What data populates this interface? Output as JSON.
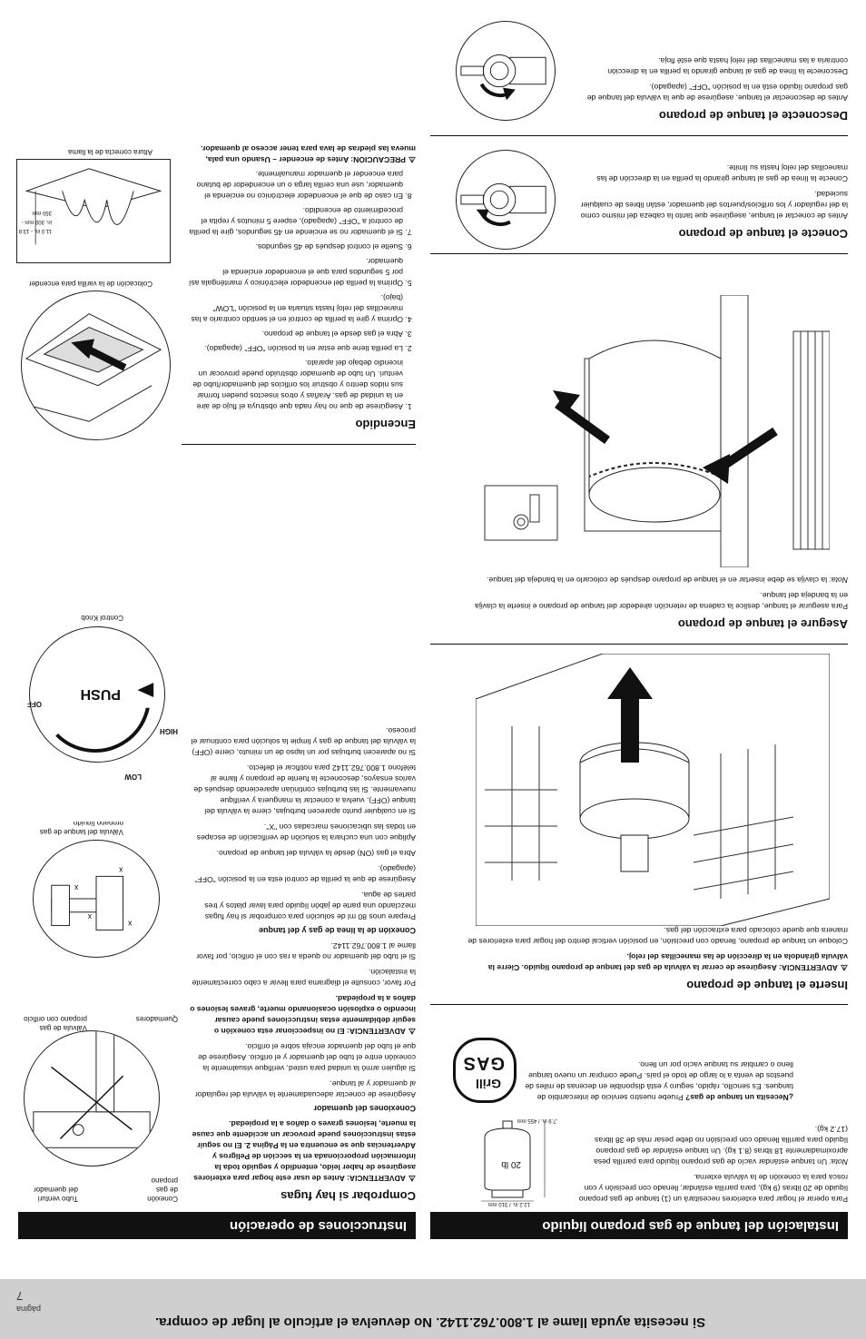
{
  "footer": {
    "help": "Si necesita ayuda llame al 1.800.762.1142. No devuelva el artículo al lugar de compra.",
    "page_label": "página",
    "page_number": "7"
  },
  "left": {
    "banner": "Instalación del tanque de gas propano líquido",
    "intro": {
      "p1": "Para operar el hogar para exteriores necesitará un (1) tanque de gas propano líquido de 20 libras (9 kg), para parrilla estándar, llenado con precisión y con rosca para la conexión de la válvula externa.",
      "p2_label": "Nota:",
      "p2": " Un tanque estándar vacío de gas propano líquido para parrilla pesa aproximadamente 18 libras (8.1 kg). Un tanque estándar de gas propano líquido para parrilla llenado con precisión no debe pesar más de 38 libras (17.2 kg).",
      "p3_label": "¿Necesita un tanque de gas?",
      "p3": " Pruebe nuestro servicio de intercambio de tanques. Es sencillo, rápido, seguro y está disponible en decenas de miles de puestos de venta a lo largo de todo el país. Puede comprar un nuevo tanque lleno o cambiar su tanque vacío por un lleno.",
      "tank_label": "20 lb",
      "tank_height": "17.9 in. / 455 mm",
      "tank_width": "12.2 in. / 310 mm",
      "logo_line1": "Grill",
      "logo_line2": "GAS"
    },
    "insert": {
      "title": "Inserte el tanque de propano",
      "warning": "ADVERTENCIA: Asegúrese de cerrar la válvula de gas del tanque de propano líquido. Cierre la válvula girándola en la dirección de las manecillas del reloj.",
      "body": "Coloque un tanque de propano, llenado con precisión, en posición vertical dentro del hogar para exteriores de manera que quede colocado para extracción del gas."
    },
    "secure": {
      "title": "Asegure el tanque de propano",
      "body": "Para asegurar el tanque, deslice la cadena de retención alrededor del tanque de propano e inserte la clavija en la bandeja del tanque.",
      "note_label": "Nota:",
      "note": " la clavija se debe insertar en el tanque de propano después de colocarlo en la bandeja del tanque."
    },
    "connect": {
      "title": "Conecte el tanque de propano",
      "p1": "Antes de conectar el tanque, asegúrese que tanto la cabeza del mismo como la del regulador y los orificios/puertos del quemador, están libres de cualquier suciedad.",
      "p2": "Conecte la línea de gas al tanque girando la perilla en la dirección de las manecillas del reloj hasta su límite."
    },
    "disconnect": {
      "title": "Desconecte el tanque de propano",
      "p1": "Antes de desconectar el tanque, asegúrese de que la válvula del tanque de gas propano líquido está en la posición \"OFF\" (apagado).",
      "p2": "Desconecte la línea de gas al tanque girando la perilla en la dirección contraria a las manecillas del reloj hasta que esté floja."
    }
  },
  "right": {
    "banner": "Instrucciones de operación",
    "leak": {
      "title": "Comprobar si hay fugas",
      "warning": "ADVERTENCIA: Antes de usar este hogar para exteriores asegúrese de haber leído, entendido y seguido toda la información proporcionada en la sección de Peligros y Advertencias que se encuentra en la Página 2. El no seguir estas instrucciones puede provocar un accidente que cause la muerte, lesiones graves o daños a la propiedad.",
      "burner_heading": "Conexiones del quemador",
      "burner_p1": "Asegúrese de conectar adecuadamente la válvula del regulador al quemador y al tanque.",
      "burner_p2": "Si alguien armó la unidad para usted, verifique visualmente la conexión entre el tubo del quemador y el orificio. Asegúrese de que el tubo del quemador encaja sobre el orificio.",
      "warning2": "ADVERTENCIA: El no inspeccionar esta conexión o seguir debidamente estas instrucciones puede causar incendio o explosión ocasionando muerte, graves lesiones o daños a la propiedad.",
      "diagram_p": "Por favor, consulte el diagrama para llevar a cabo correctamente la instalación.",
      "call_p": "Si el tubo del quemador no queda a ras con el orificio, por favor llame al 1.800.762.1142.",
      "gasline_heading": "Conexión de la línea de gas y del tanque",
      "gasline_p1": "Prepare unos 80 ml de solución para comprobar si hay fugas mezclando una parte de jabón líquido para lavar platos y tres partes de agua.",
      "gasline_p2": "Asegúrese de que la perilla de control esta en la posición \"OFF\" (apagado).",
      "gasline_p3": "Abra el gas (ON) desde la válvula del tanque de propano.",
      "gasline_p4": "Aplique con una cuchara la solución de verificación de escapes en todas las ubicaciones marcadas con \"X\".",
      "gasline_p5": "Si en cualquier punto aparecen burbujas, cierre la válvula del tanque (OFF), vuelva a conectar la manguera y verifique nuevamente. Si las burbujas continúan apareciendo después de varios ensayos, desconecte la fuente de propano y llame al teléfono 1.800.762.1142 para notificar el defecto.",
      "gasline_p6": "Si no aparecen burbujas por un lapso de un minuto, cierre (OFF) la válvula del tanque de gas y limpie la solución para continuar el proceso.",
      "fig1_caption_burners": "Quemadores",
      "fig1_caption_valve": "Válvula de gas propano con orificio",
      "fig1_caption_venturi": "Tubo venturi del quemador",
      "fig1_caption_connection": "Conexión de gas propano",
      "fig2_caption": "Válvula del tanque de gas propano líquido",
      "knob_caption": "Control Knob",
      "knob_push": "PUSH",
      "knob_high": "HIGH",
      "knob_low": "LOW",
      "knob_off": "OFF"
    },
    "ignition": {
      "title": "Encendido",
      "steps": [
        "Asegúrese de que no hay nada que obstruya el flujo de aire en la unidad de gas. Arañas y otros insectos pueden formar sus nidos dentro y obstruir los orificios del quemador/tubo de venturi. Un tubo de quemador obstruido puede provocar un incendio debajo del aparato.",
        "La perilla tiene que estar en la posición \"OFF\" (apagado).",
        "Abra el gas desde el tanque de propano.",
        "Oprima y gire la perilla de control en el sentido contrario a las manecillas del reloj hasta situarla en la posición \"LOW\" (bajo).",
        "Oprima la perilla del encendedor electrónico y manténgala así por 5 segundos para que el encendedor encienda el quemador.",
        "Suelte el control después de 45 segundos.",
        "Si el quemador no se enciende en 45 segundos, gire la perilla de control a \"OFF\" (apagado), espere 5 minutos y repita el procedimiento de encendido.",
        "En caso de que el encendedor electrónico no encienda el quemador, use una cerilla larga o un encendedor de butano para encender el quemador manualmente."
      ],
      "caution": "PRECAUCION: Antes de encender – Usando una pala, mueva las piedras de lava para tener acceso al quemador.",
      "fig_rod_caption": "Colocación de la varilla para encender",
      "fig_flame_caption": "Altura correcta de la llama",
      "fig_flame_measure": "11.0 in. - 13.8 in. 300 mm - 350 mm"
    }
  }
}
